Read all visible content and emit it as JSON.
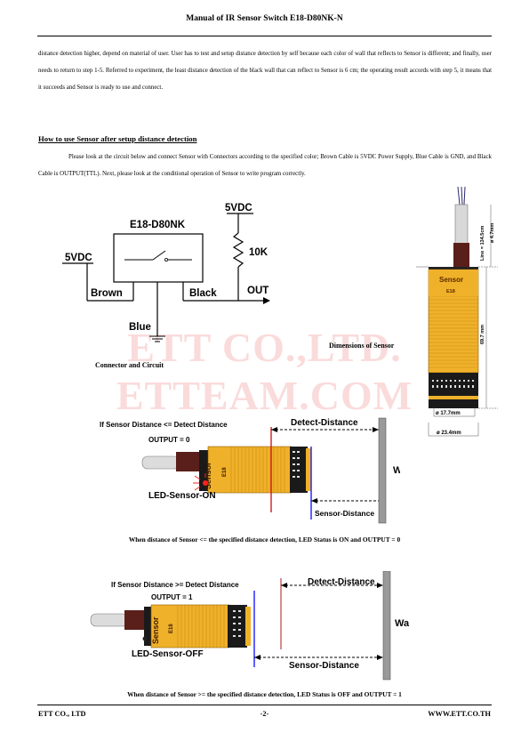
{
  "header": {
    "title": "Manual of IR Sensor Switch E18-D80NK-N"
  },
  "intro": {
    "text": "distance detection higher, depend on material of user. User has to test and setup distance detection by self because each color of wall that reflects to Sensor is different; and finally, user needs to return to step 1-5. Referred to experiment, the least distance detection of the black wall that can reflect to Sensor is 6 cm; the operating result accords with step 5, it means that it succeeds and Sensor is ready to use and connect."
  },
  "section": {
    "title": "How to use Sensor after setup distance detection",
    "text": "Please look at the circuit below and connect Sensor with Connectors according to the specified color; Brown Cable is 5VDC Power Supply, Blue Cable is GND, and Black Cable is OUTPUT(TTL). Next, please look at the conditional operation of Sensor to write program correctly."
  },
  "watermark": {
    "line1": "ETT CO.,LTD.",
    "line2": "ETTEAM.COM"
  },
  "circuit": {
    "model": "E18-D80NK",
    "vdc_top": "5VDC",
    "resistor": "10K",
    "vdc_left": "5VDC",
    "brown": "Brown",
    "black": "Black",
    "out": "OUT",
    "blue": "Blue",
    "caption": "Connector and Circuit"
  },
  "dimensions": {
    "caption": "Dimensions of Sensor",
    "sensor_label": "Sensor",
    "sensor_model": "E18",
    "line_len": "Line = 134.5cm",
    "cable_dia": "ø 4.7mm",
    "body_len": "69.7 mm",
    "dia_inner": "ø 17.7mm",
    "dia_outer": "ø 23.4mm"
  },
  "diagram_on": {
    "condition": "If  Sensor Distance <= Detect Distance",
    "output": "OUTPUT = 0",
    "detect_label": "Detect-Distance",
    "sensor_distance": "Sensor-Distance",
    "wall": "Wall",
    "led": "LED-Sensor-ON",
    "sensor_label": "Sensor",
    "sensor_model": "E18",
    "caption": "When distance of Sensor <= the specified distance detection, LED Status is ON and OUTPUT = 0"
  },
  "diagram_off": {
    "condition": "If  Sensor Distance >= Detect Distance",
    "output": "OUTPUT = 1",
    "detect_label": "Detect-Distance",
    "sensor_distance": "Sensor-Distance",
    "wall": "Wall",
    "led": "LED-Sensor-OFF",
    "sensor_label": "Sensor",
    "sensor_model": "E18",
    "caption": "When distance of Sensor >= the specified distance detection, LED Status is OFF and OUTPUT = 1"
  },
  "footer": {
    "left": "ETT CO., LTD",
    "center": "-2-",
    "right": "WWW.ETT.CO.TH"
  },
  "colors": {
    "sensor_body": "#f0b12a",
    "sensor_ridge": "#c98a10",
    "cable_brown": "#5a1f1a",
    "wall": "#9a9a9a",
    "red_line": "#d21b1b",
    "blue_line": "#1a1aff"
  }
}
